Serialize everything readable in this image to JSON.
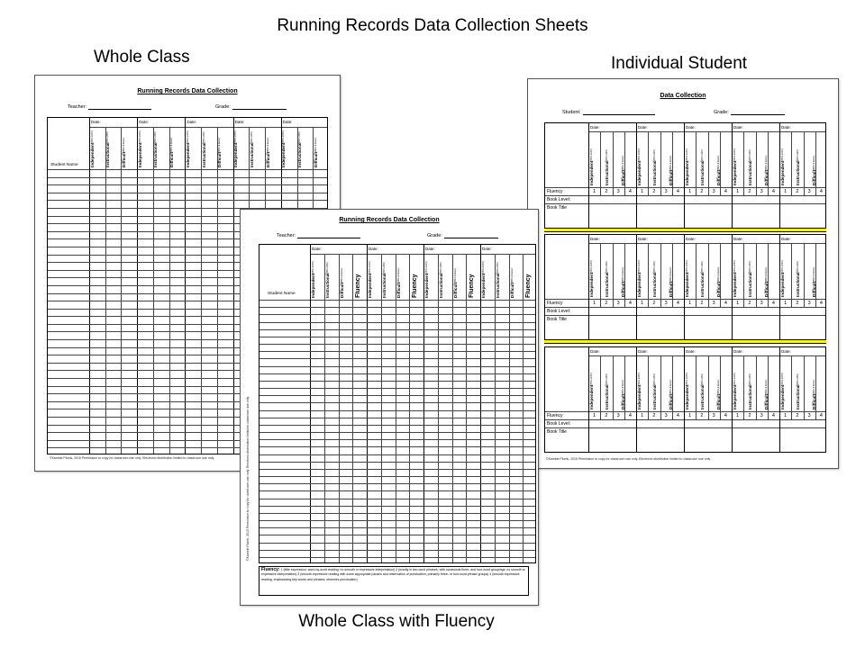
{
  "title": "Running Records Data Collection Sheets",
  "captions": {
    "whole": "Whole Class",
    "individual": "Individual Student",
    "fluency": "Whole Class with Fluency"
  },
  "sheets": {
    "whole_class": {
      "title": "Running Records Data Collection",
      "teacher_label": "Teacher:",
      "grade_label": "Grade:",
      "date_label": "Date:",
      "student_name": "Student Name",
      "columns": [
        {
          "name": "Independent",
          "sub": "(95%-100%)"
        },
        {
          "name": "Instructional",
          "sub": "(90%-94%)"
        },
        {
          "name": "Difficult",
          "sub": "(89% & below)"
        }
      ],
      "footer": "©Kamble Plumk, 2015  Permission to copy for classroom use only.  Electronic distribution limited to classroom use only."
    },
    "whole_class_fluency": {
      "title": "Running Records Data Collection",
      "teacher_label": "Teacher:",
      "grade_label": "Grade:",
      "date_label": "Date:",
      "student_name": "Student Name",
      "columns": [
        {
          "name": "Independent",
          "sub": "(95%-100%)"
        },
        {
          "name": "Instructional",
          "sub": "(90%-94%)"
        },
        {
          "name": "Difficult",
          "sub": "(89% & below)"
        }
      ],
      "fluency_col": "Fluency",
      "legend_label": "Fluency:",
      "legend_text": "1 (little expression; word-by-word reading; no smooth or expressive interpretation)   2 (mostly in two-word phrases, with occasional three- and four-word groupings; no smooth or expressive interpretation)   3 (smooth expressive reading with some appropriate pauses and observation of punctuation; primarily three- or four-word phrase groups)   4 (smooth expressive reading, emphasizing key words and phrases; observes punctuation)",
      "footer": "©Kamble Plumk, 2015  Permission to copy for classroom use only.  Electronic distribution limited to classroom use only."
    },
    "individual": {
      "title": "Data Collection",
      "student_label": "Student:",
      "grade_label": "Grade:",
      "date_label": "Date:",
      "columns": [
        {
          "name": "Independent",
          "sub": "(95%-100%)"
        },
        {
          "name": "Instructional",
          "sub": "(90%-94%)"
        },
        {
          "name": "Difficult",
          "sub": "(89% & below)"
        }
      ],
      "fluency_label": "Fluency",
      "book_level_label": "Book Level:",
      "book_title_label": "Book Title",
      "fluency_scores": [
        "1",
        "2",
        "3",
        "4"
      ],
      "footer": "©Kamble Plumk, 2015  Permission to copy for classroom use only.  Electronic distribution limited to classroom use only."
    }
  }
}
